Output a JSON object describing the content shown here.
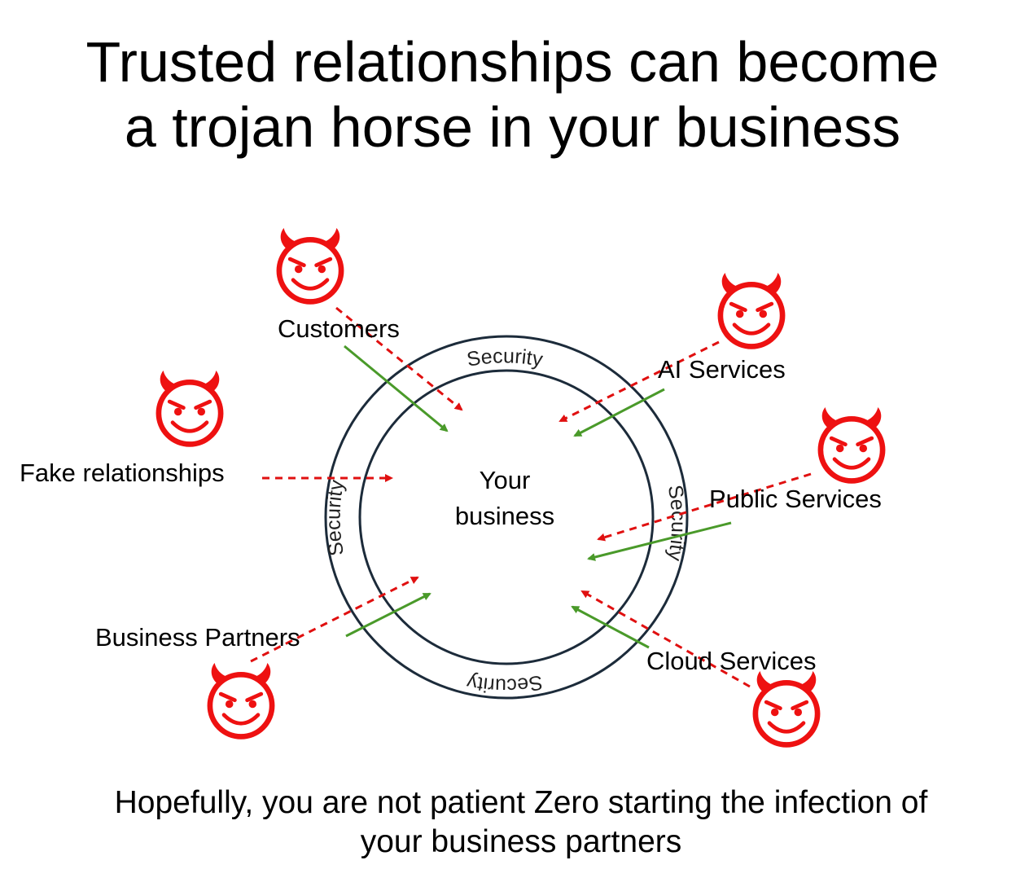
{
  "title_line1": "Trusted relationships can become",
  "title_line2": "a trojan horse in your business",
  "center_line1": "Your",
  "center_line2": "business",
  "ring_label": "Security",
  "actors": {
    "customers": "Customers",
    "fake": "Fake relationships",
    "partners": "Business Partners",
    "ai": "AI Services",
    "public": "Public Services",
    "cloud": "Cloud Services"
  },
  "footer_line1": "Hopefully, you are not patient Zero starting the infection of",
  "footer_line2": "your business partners",
  "colors": {
    "devil": "#ee1111",
    "trusted_arrow": "#4a9a2a",
    "malicious_arrow": "#e01010",
    "ring": "#1c2b3a"
  },
  "icons": [
    "devil-face-icon"
  ]
}
